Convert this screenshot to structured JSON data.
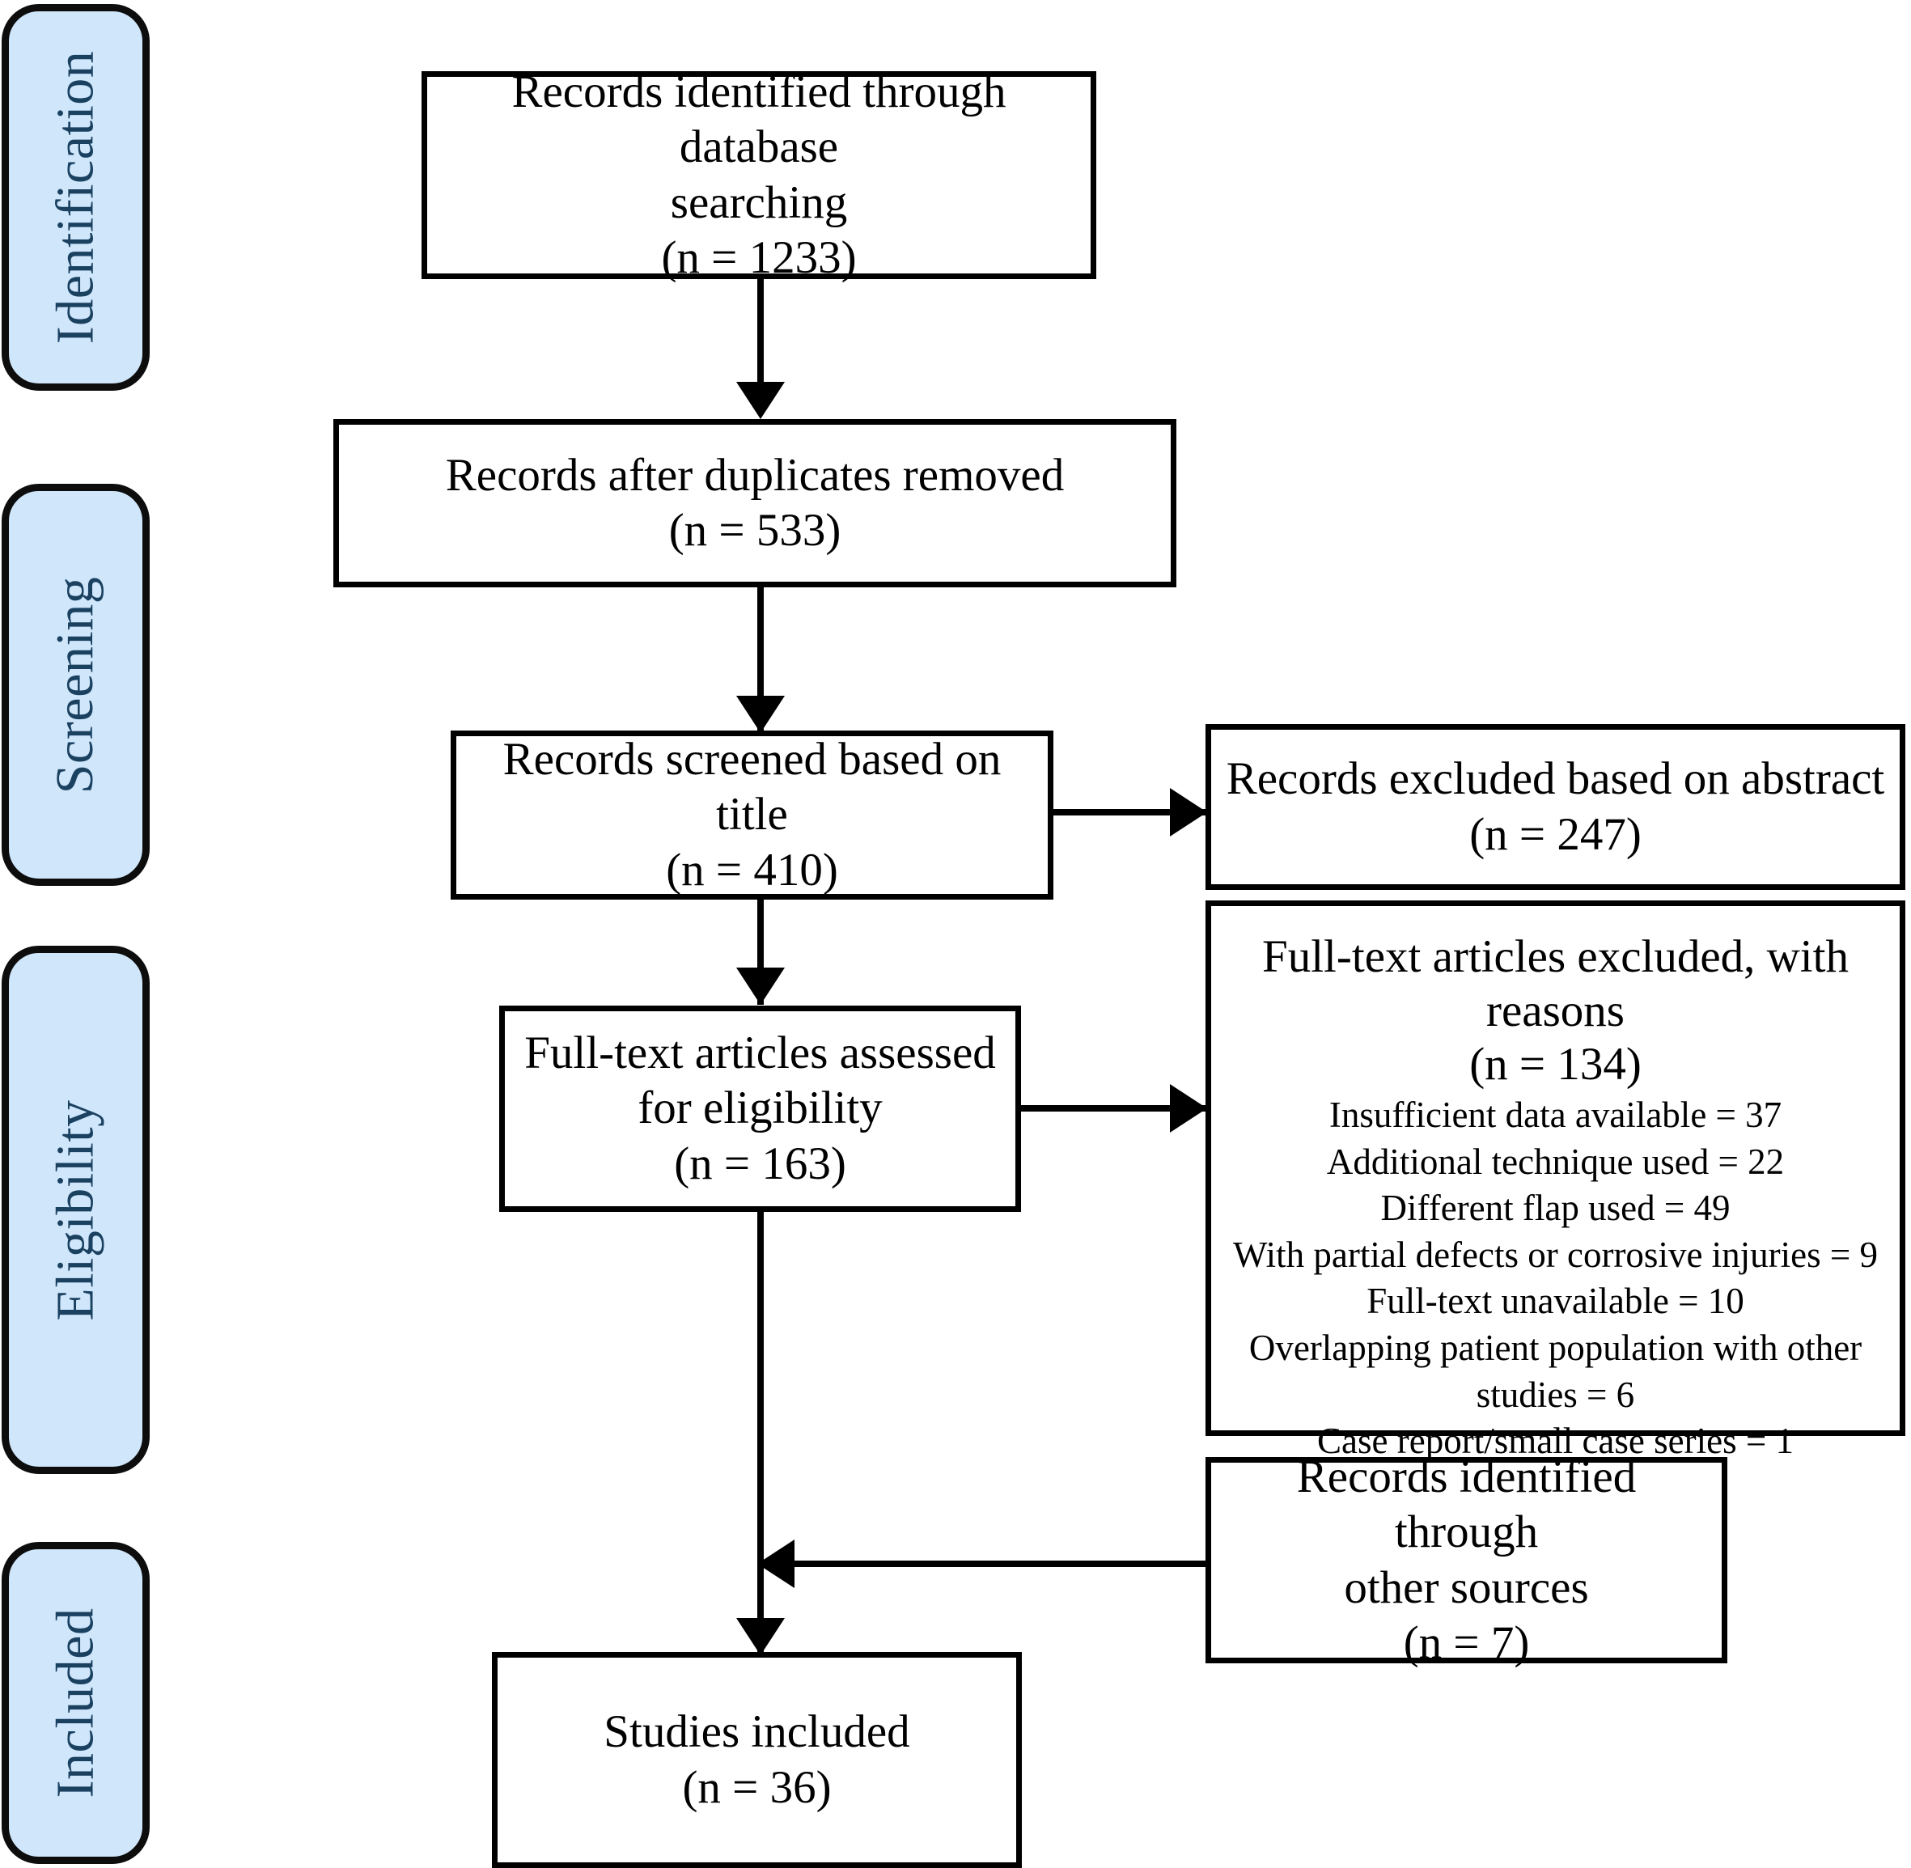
{
  "diagram": {
    "type": "prisma-flow-diagram",
    "colors": {
      "phase_fill": "#cfe6fb",
      "phase_border": "#0d0d0d",
      "phase_text": "#1b4161",
      "node_border": "#000000",
      "node_fill": "#ffffff",
      "connector": "#000000"
    }
  },
  "phases": [
    {
      "id": "identification",
      "label": "Identification"
    },
    {
      "id": "screening",
      "label": "Screening"
    },
    {
      "id": "eligibility",
      "label": "Eligibility"
    },
    {
      "id": "included",
      "label": "Included"
    }
  ],
  "nodes": {
    "records_identified_db": {
      "text": "Records identified through database\nsearching\n(n = 1233)"
    },
    "records_after_duplicates": {
      "text": "Records after duplicates removed\n(n = 533)"
    },
    "records_screened_title": {
      "text": "Records screened based on title\n(n = 410)"
    },
    "records_excluded_abstract": {
      "text": "Records excluded based on abstract\n(n = 247)"
    },
    "fulltext_assessed": {
      "text": "Full-text articles assessed\nfor eligibility\n(n =  163)"
    },
    "fulltext_excluded": {
      "heading": "Full-text articles excluded, with\nreasons\n(n = 134)",
      "reasons_text": "Insufficient data available = 37\nAdditional technique used = 22\nDifferent flap used = 49\nWith partial defects or corrosive injuries = 9\nFull-text unavailable = 10\nOverlapping patient population with other\nstudies = 6\nCase report/small case series = 1",
      "reasons": [
        {
          "label": "Insufficient data available",
          "value": 37
        },
        {
          "label": "Additional technique used",
          "value": 22
        },
        {
          "label": "Different flap used",
          "value": 49
        },
        {
          "label": "With partial defects or corrosive injuries",
          "value": 9
        },
        {
          "label": "Full-text unavailable",
          "value": 10
        },
        {
          "label": "Overlapping patient population with other studies",
          "value": 6
        },
        {
          "label": "Case report/small case series",
          "value": 1
        }
      ]
    },
    "records_other_sources": {
      "text": "Records identified through\nother sources\n(n =  7)"
    },
    "studies_included": {
      "text": "Studies included\n(n =  36)"
    }
  },
  "counts": {
    "identified_database": 1233,
    "after_duplicates": 533,
    "screened_title": 410,
    "excluded_abstract": 247,
    "fulltext_assessed": 163,
    "fulltext_excluded": 134,
    "other_sources": 7,
    "studies_included": 36
  }
}
